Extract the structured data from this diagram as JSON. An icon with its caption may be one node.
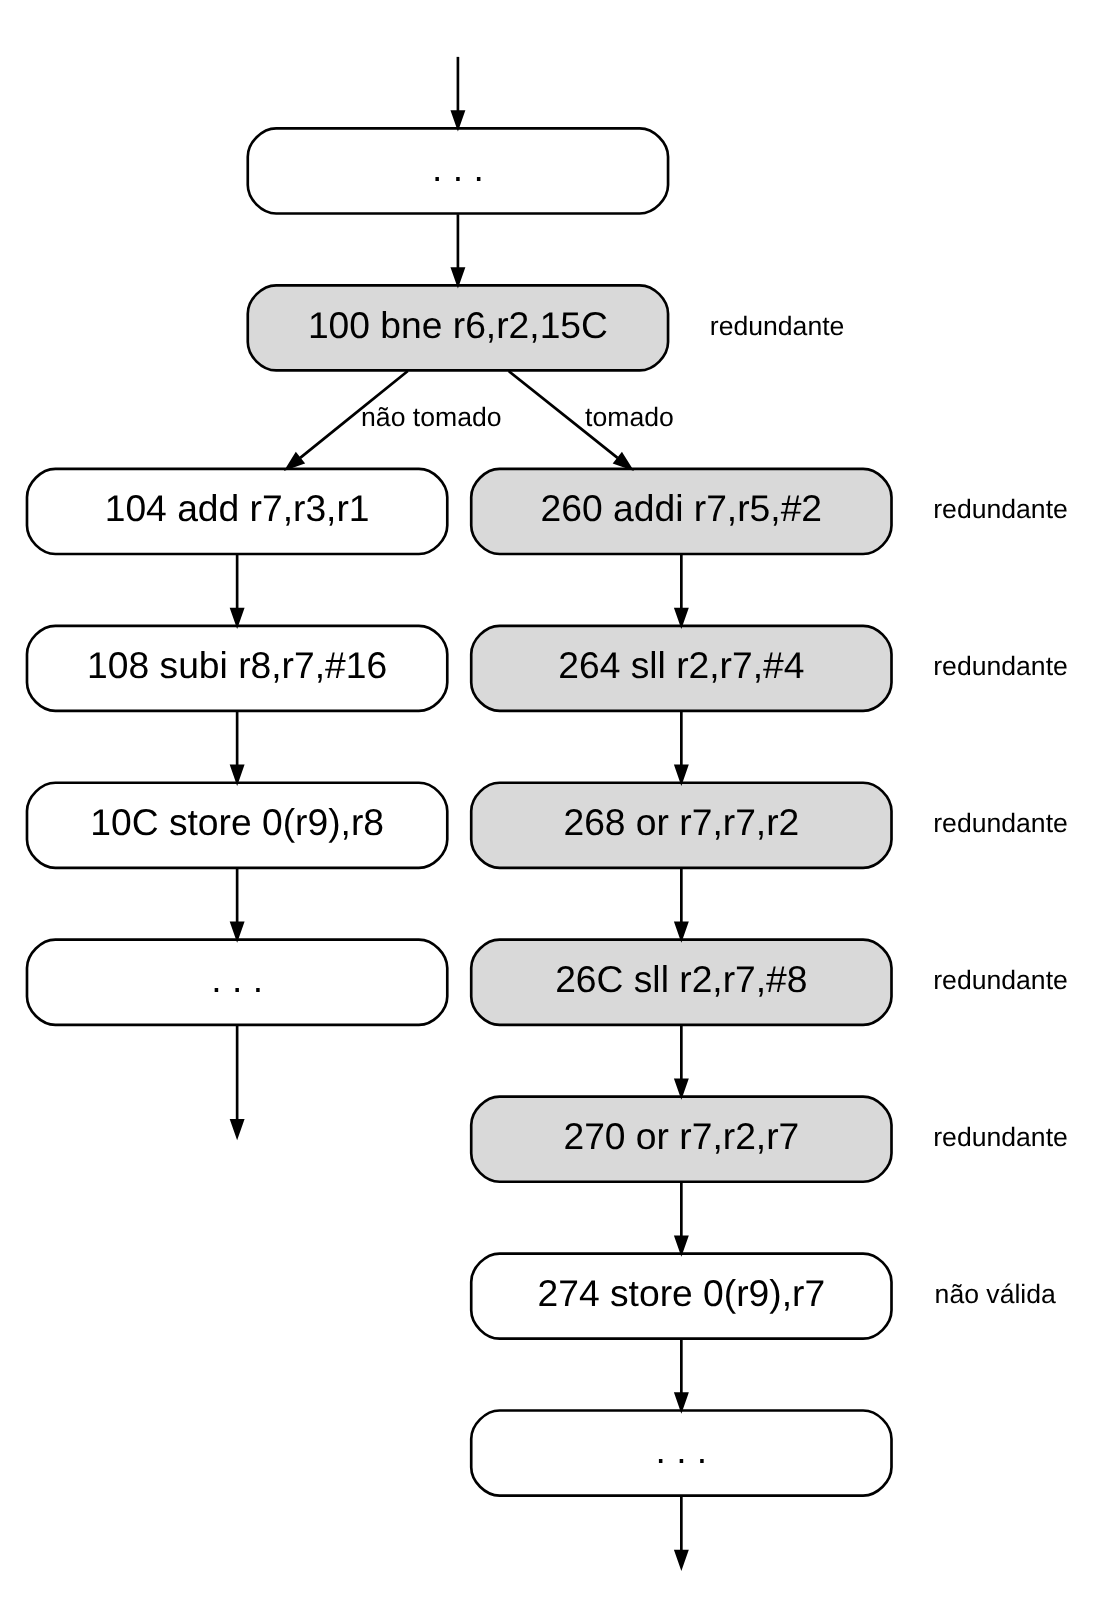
{
  "diagram": {
    "nodes": [
      {
        "text": [
          ". . ."
        ]
      },
      {
        "text": [
          "100 bne r6,r2,15C"
        ],
        "beside": [
          "redundante"
        ]
      },
      {
        "text": [
          "104 add r7,r3,r1"
        ]
      },
      {
        "text": [
          "108 subi r8,r7,#16"
        ]
      },
      {
        "text": [
          "10C store 0(r9),r8"
        ]
      },
      {
        "text": [
          ". . ."
        ]
      },
      {
        "text": [
          "260 addi r7,r5,#2"
        ],
        "beside": [
          "redundante"
        ]
      },
      {
        "text": [
          "264 sll r2,r7,#4"
        ],
        "beside": [
          "redundante"
        ]
      },
      {
        "text": [
          "268 or r7,r7,r2"
        ],
        "beside": [
          "redundante"
        ]
      },
      {
        "text": [
          "26C sll r2,r7,#8"
        ],
        "beside": [
          "redundante"
        ]
      },
      {
        "text": [
          "270 or r7,r2,r7"
        ],
        "beside": [
          "redundante"
        ]
      },
      {
        "text": [
          "274 store 0(r9),r7"
        ],
        "beside": [
          "não válida"
        ]
      },
      {
        "text": [
          ". . ."
        ]
      }
    ],
    "edges": [
      {
        "from": null,
        "to": 0,
        "arrow": "to"
      },
      {
        "from": 0,
        "to": 1,
        "arrow": "to"
      },
      {
        "from": 1,
        "to": 2,
        "arrow": "to",
        "label": "não tomado"
      },
      {
        "from": 1,
        "to": 6,
        "arrow": "to",
        "label": "tomado"
      },
      {
        "from": 2,
        "to": 3,
        "arrow": "to"
      },
      {
        "from": 3,
        "to": 4,
        "arrow": "to"
      },
      {
        "from": 4,
        "to": 5,
        "arrow": "to"
      },
      {
        "from": 5,
        "to": null,
        "arrow": "to"
      },
      {
        "from": 6,
        "to": 7,
        "arrow": "to"
      },
      {
        "from": 7,
        "to": 8,
        "arrow": "to"
      },
      {
        "from": 8,
        "to": 9,
        "arrow": "to"
      },
      {
        "from": 9,
        "to": 10,
        "arrow": "to"
      },
      {
        "from": 10,
        "to": 11,
        "arrow": "to"
      },
      {
        "from": 11,
        "to": 12,
        "arrow": "to"
      },
      {
        "from": 12,
        "to": null,
        "arrow": "to"
      }
    ]
  }
}
